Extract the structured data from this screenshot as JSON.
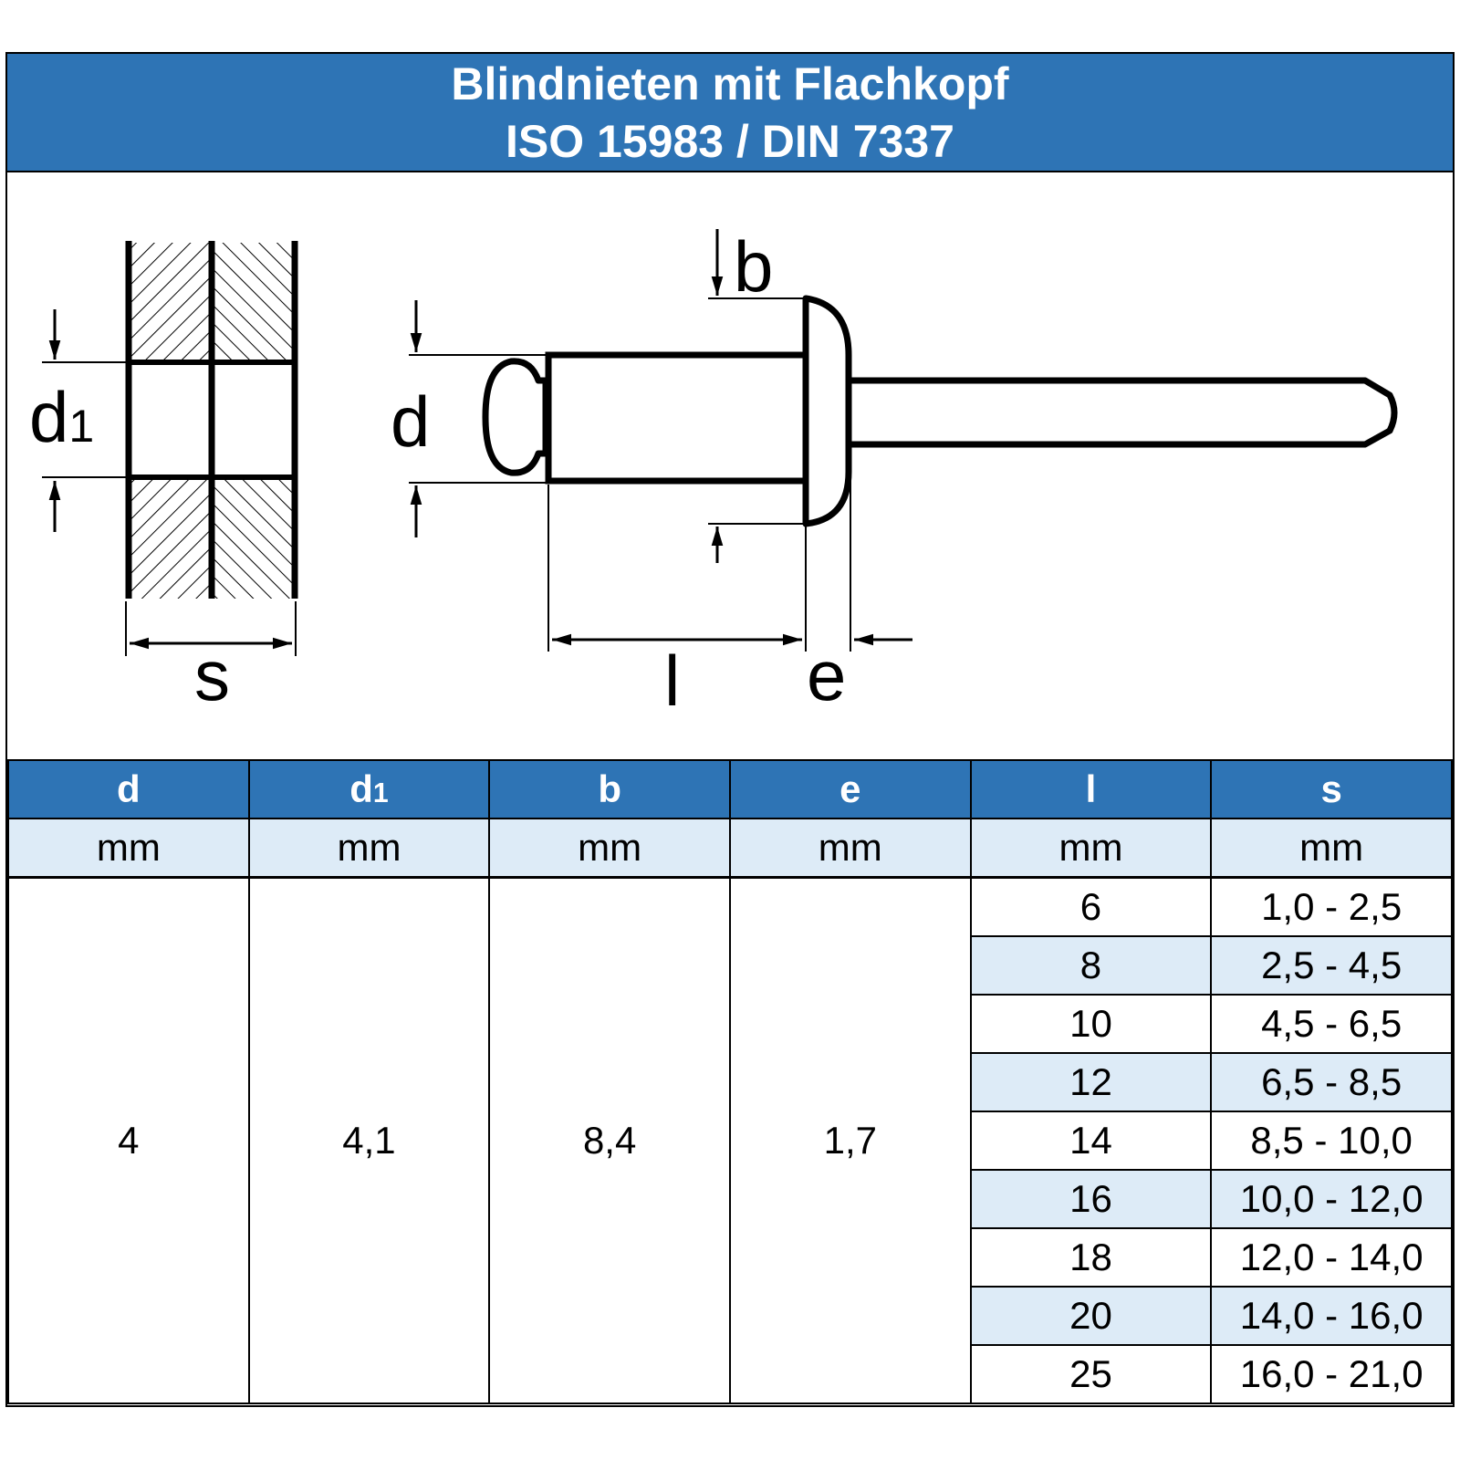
{
  "title": {
    "line1": "Blindnieten mit Flachkopf",
    "line2": "ISO 15983 / DIN 7337"
  },
  "diagram_labels": {
    "d1": "d",
    "d1_sub": "1",
    "s": "s",
    "d": "d",
    "b": "b",
    "l": "l",
    "e": "e"
  },
  "table": {
    "columns": [
      {
        "label": "d",
        "sub": "",
        "unit": "mm"
      },
      {
        "label": "d",
        "sub": "1",
        "unit": "mm"
      },
      {
        "label": "b",
        "sub": "",
        "unit": "mm"
      },
      {
        "label": "e",
        "sub": "",
        "unit": "mm"
      },
      {
        "label": "l",
        "sub": "",
        "unit": "mm"
      },
      {
        "label": "s",
        "sub": "",
        "unit": "mm"
      }
    ],
    "fixed": {
      "d": "4",
      "d1": "4,1",
      "b": "8,4",
      "e": "1,7"
    },
    "rows": [
      {
        "l": "6",
        "s": "1,0 - 2,5"
      },
      {
        "l": "8",
        "s": "2,5 - 4,5"
      },
      {
        "l": "10",
        "s": "4,5 - 6,5"
      },
      {
        "l": "12",
        "s": "6,5 - 8,5"
      },
      {
        "l": "14",
        "s": "8,5 - 10,0"
      },
      {
        "l": "16",
        "s": "10,0 - 12,0"
      },
      {
        "l": "18",
        "s": "12,0 - 14,0"
      },
      {
        "l": "20",
        "s": "14,0 - 16,0"
      },
      {
        "l": "25",
        "s": "16,0 - 21,0"
      }
    ]
  },
  "colors": {
    "header_blue": "#2e74b5",
    "row_tint": "#ddebf7",
    "line": "#000000"
  }
}
